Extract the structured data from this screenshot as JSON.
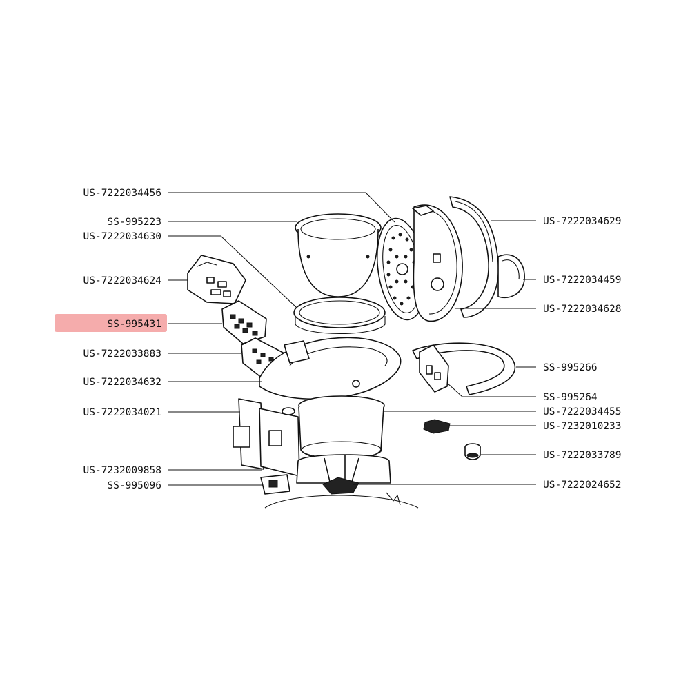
{
  "diagram": {
    "highlight_color": "#f4a3a3",
    "line_color": "#111111",
    "left_labels": [
      {
        "id": "US-7222034456"
      },
      {
        "id": "SS-995223"
      },
      {
        "id": "US-7222034630"
      },
      {
        "id": "US-7222034624"
      },
      {
        "id": "SS-995431",
        "highlighted": true
      },
      {
        "id": "US-7222033883"
      },
      {
        "id": "US-7222034632"
      },
      {
        "id": "US-7222034021"
      },
      {
        "id": "US-7232009858"
      },
      {
        "id": "SS-995096"
      }
    ],
    "right_labels": [
      {
        "id": "US-7222034629"
      },
      {
        "id": "US-7222034459"
      },
      {
        "id": "US-7222034628"
      },
      {
        "id": "SS-995266"
      },
      {
        "id": "SS-995264"
      },
      {
        "id": "US-7222034455"
      },
      {
        "id": "US-7232010233"
      },
      {
        "id": "US-7222033789"
      },
      {
        "id": "US-7222024652"
      }
    ]
  }
}
